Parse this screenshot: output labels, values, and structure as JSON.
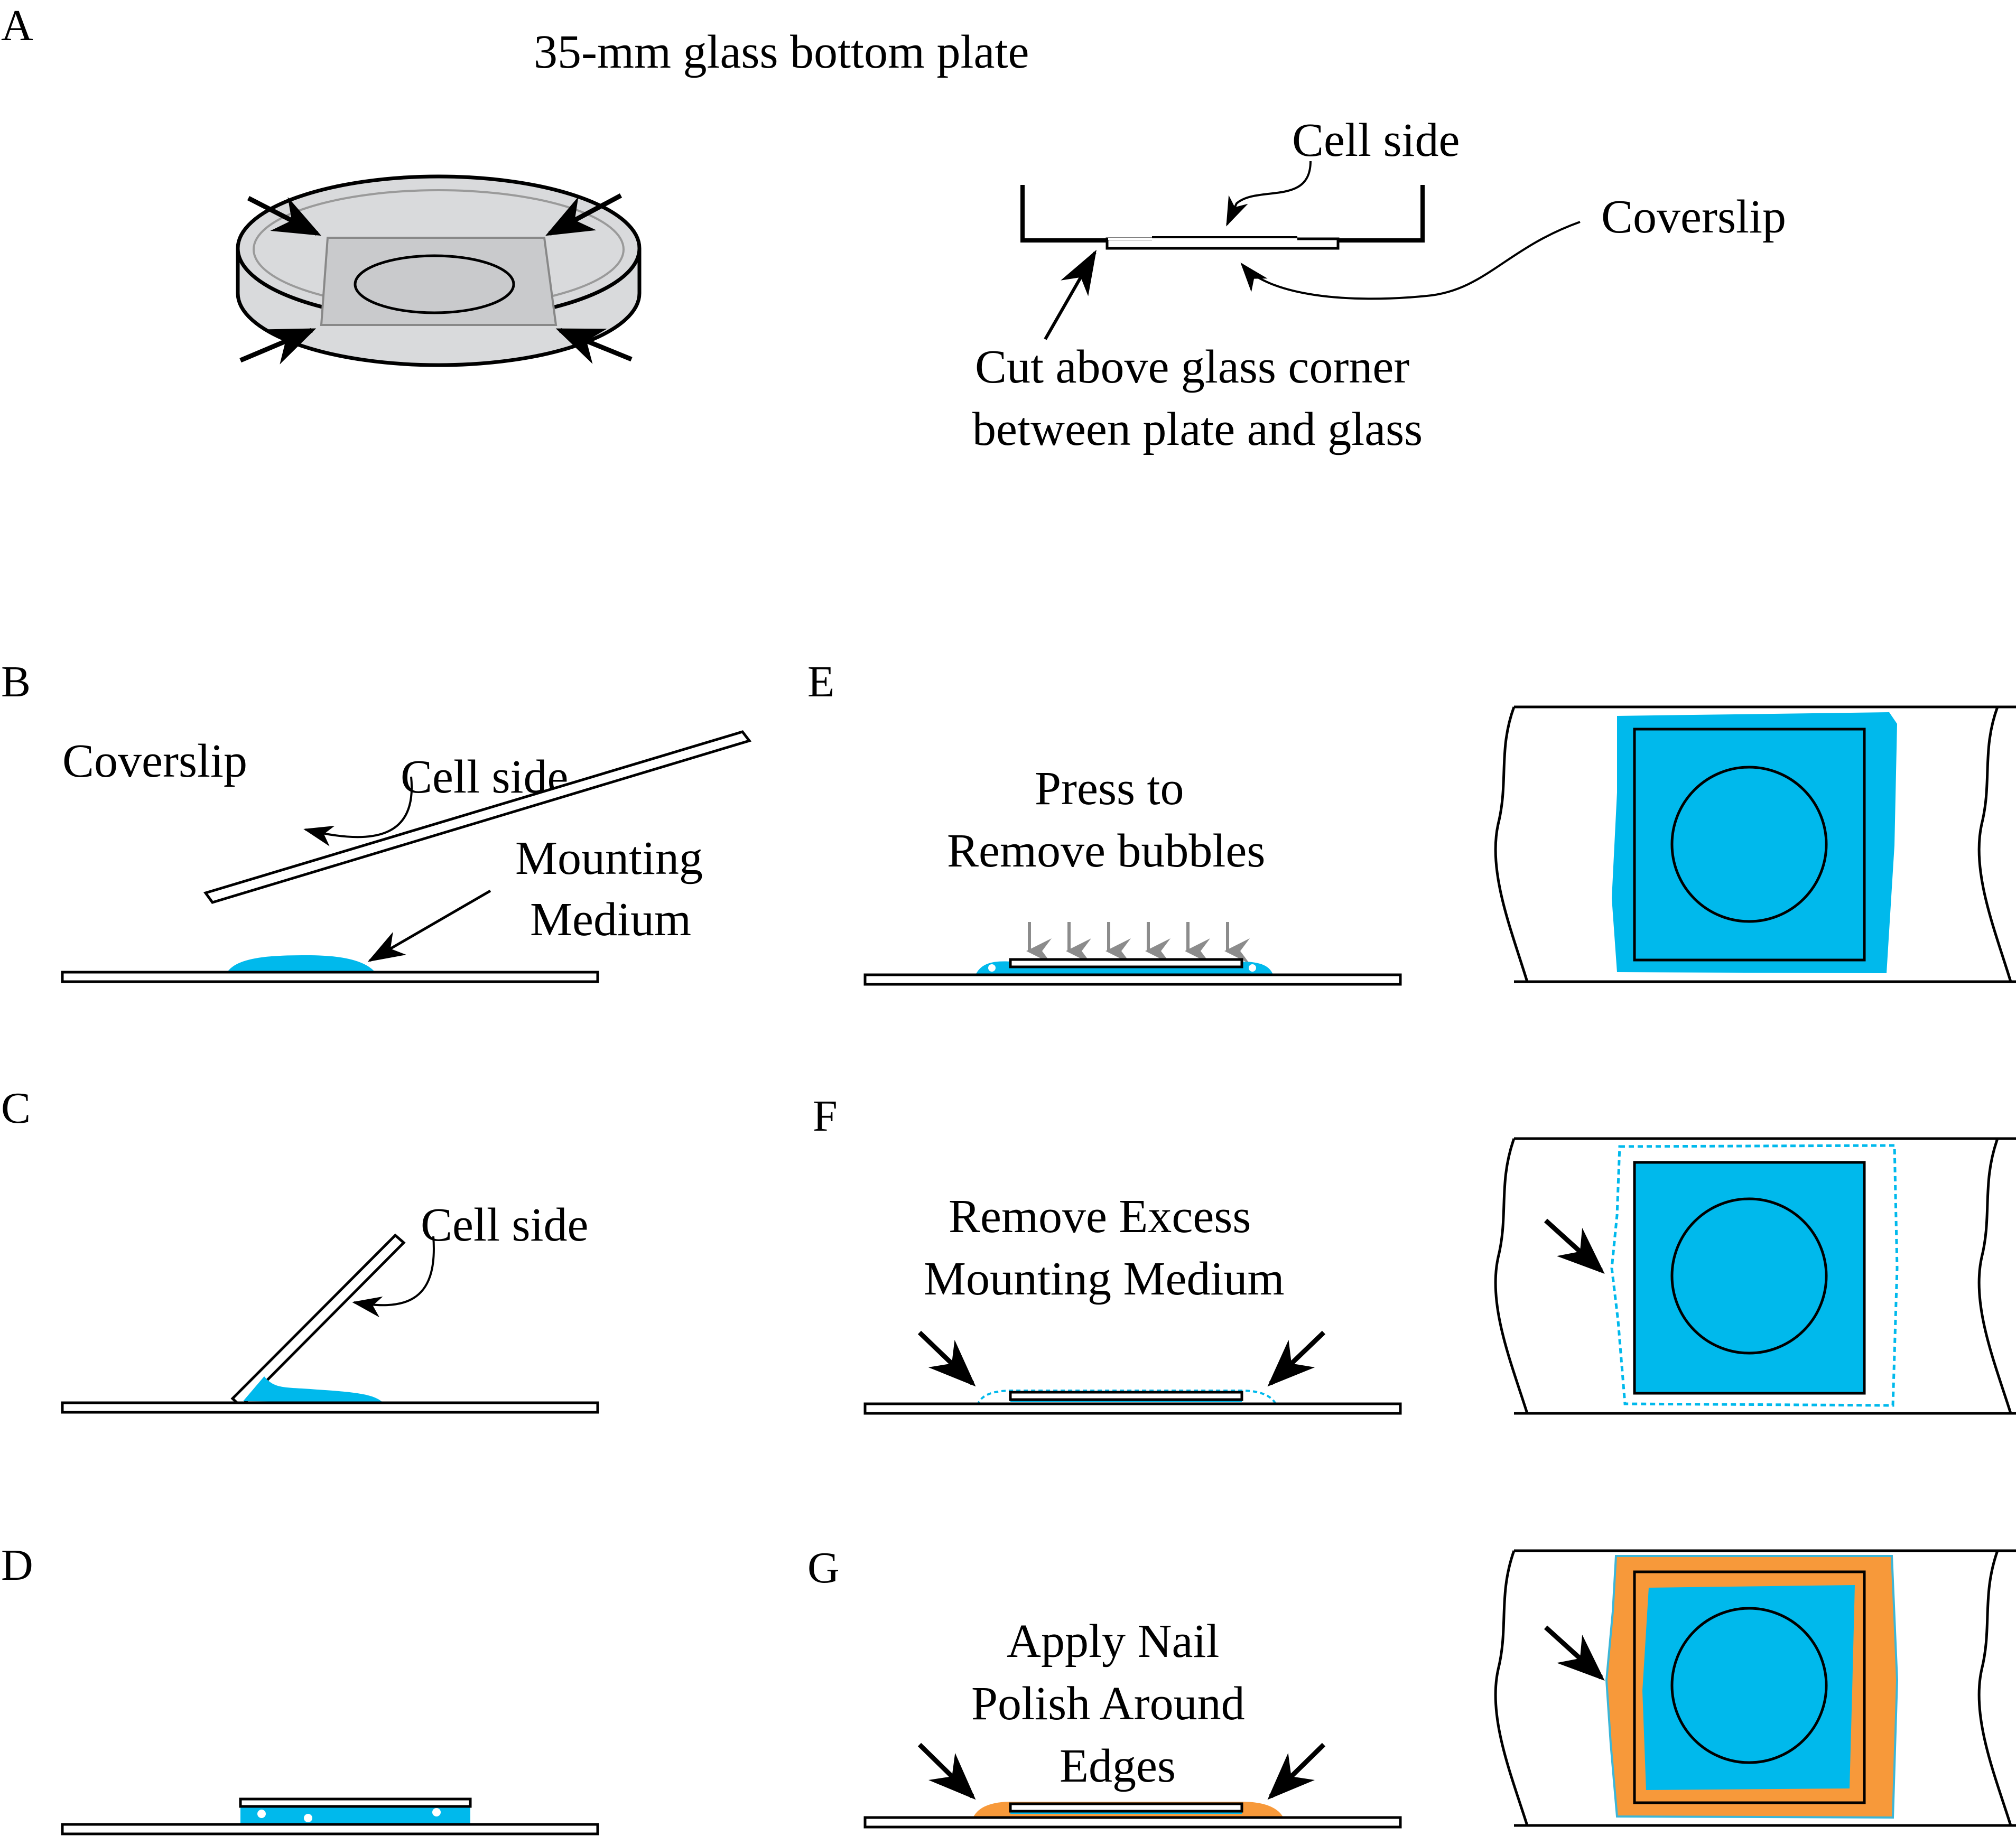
{
  "panels": {
    "a": {
      "letter": "A",
      "title": "35-mm glass bottom plate",
      "cell_side": "Cell side",
      "coverslip": "Coverslip",
      "cut_line1": "Cut above glass corner",
      "cut_line2": "between plate and glass"
    },
    "b": {
      "letter": "B",
      "coverslip": "Coverslip",
      "cell_side": "Cell side",
      "mount_line1": "Mounting",
      "mount_line2": "Medium"
    },
    "c": {
      "letter": "C",
      "cell_side": "Cell side"
    },
    "d": {
      "letter": "D"
    },
    "e": {
      "letter": "E",
      "line1": "Press to",
      "line2": "Remove bubbles"
    },
    "f": {
      "letter": "F",
      "line1": "Remove Excess",
      "line2": "Mounting Medium"
    },
    "g": {
      "letter": "G",
      "line1": "Apply Nail",
      "line2": "Polish Around",
      "line3": "Edges"
    }
  },
  "colors": {
    "mounting_medium": "#00b9ec",
    "nail_polish": "#f7993a",
    "dish_fill": "#d9dadc",
    "arrow_gray": "#8c8c8c",
    "line": "#000000"
  }
}
